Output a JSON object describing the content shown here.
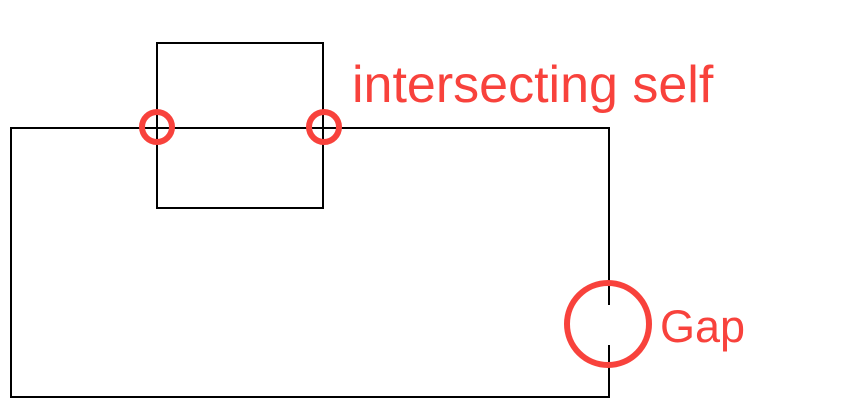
{
  "labels": {
    "self_intersection": "intersecting self",
    "gap": "Gap"
  },
  "colors": {
    "outline": "#000000",
    "highlight": "#f8423c",
    "background": "#ffffff"
  },
  "markers": {
    "self_intersection_count": "2",
    "gap_count": "1"
  }
}
